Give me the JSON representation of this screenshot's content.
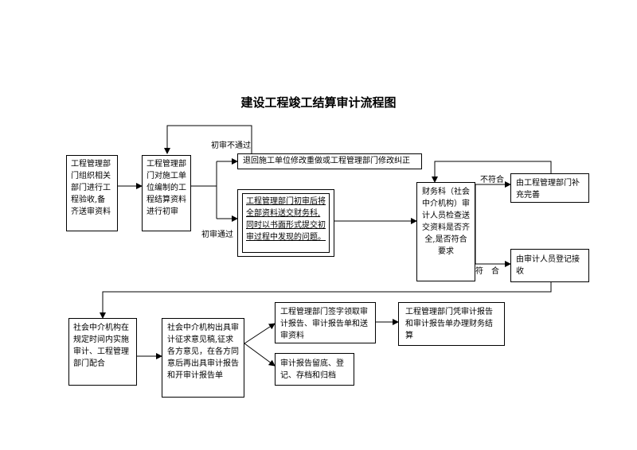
{
  "title": "建设工程竣工结算审计流程图",
  "boxes": {
    "b1": "工程管理部门组织相关部门进行工程验收,备齐送审资料",
    "b2": "工程管理部门对施工单位编制的工程结算资料进行初审",
    "b3": "退回施工单位修改重做或工程管理部门修改纠正",
    "b4": "工程管理部门初审后将全部资料送交财务科,同时以书面形式提交初审过程中发现的问题。",
    "b5": "财务科（社会中介机构）审计人员检查送交资料是否齐全,是否符合要求",
    "b6": "由工程管理部门补充完善",
    "b7": "由审计人员登记接收",
    "b8": "社会中介机构在规定时间内实施审计、工程管理部门配合",
    "b9": "社会中介机构出具审计征求意见稿,征求各方意见，在各方同意后再出具审计报告和开审计报告单",
    "b10": "工程管理部门签字领取审计报告、审计报告单和送审资料",
    "b11": "审计报告留底、登记、存档和归档",
    "b12": "工程管理部门凭审计报告和审计报告单办理财务结算"
  },
  "labels": {
    "fail": "初审不通过",
    "pass": "初审通过",
    "nonconform": "不符合",
    "conform": "符　合"
  }
}
